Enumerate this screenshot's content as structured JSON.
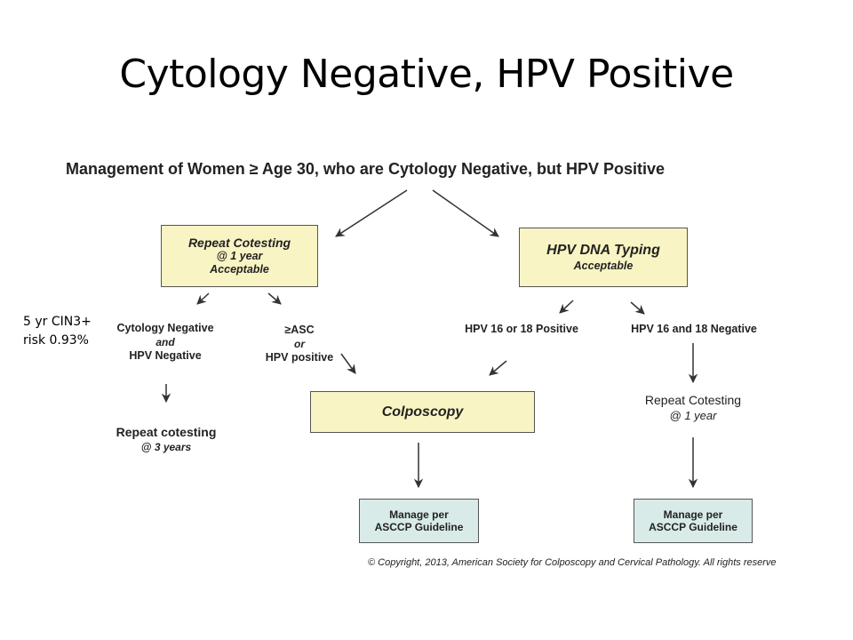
{
  "title": "Cytology Negative, HPV Positive",
  "heading": "Management of Women ≥ Age 30, who are Cytology Negative, but HPV Positive",
  "boxes": {
    "repeat_cotesting": {
      "title": "Repeat Cotesting",
      "line2": "@ 1 year",
      "line3": "Acceptable"
    },
    "hpv_dna": {
      "title": "HPV DNA Typing",
      "line2": "Acceptable"
    },
    "colposcopy": {
      "title": "Colposcopy"
    },
    "manage_left": {
      "line1": "Manage per",
      "line2": "ASCCP Guideline"
    },
    "manage_right": {
      "line1": "Manage per",
      "line2": "ASCCP Guideline"
    }
  },
  "labels": {
    "cyto_neg": {
      "line1": "Cytology Negative",
      "line2": "and",
      "line3": "HPV Negative"
    },
    "asc": {
      "line1": "≥ASC",
      "line2": "or",
      "line3": "HPV positive"
    },
    "hpv_pos": "HPV 16 or 18 Positive",
    "hpv_neg": "HPV 16 and 18 Negative",
    "repeat_3": {
      "line1": "Repeat cotesting",
      "line2": "@ 3 years"
    },
    "repeat_1": {
      "line1": "Repeat Cotesting",
      "line2": "@ 1 year"
    }
  },
  "side_note": {
    "line1": "5 yr CIN3+",
    "line2": "risk 0.93%"
  },
  "copyright": "© Copyright, 2013, American Society for Colposcopy and Cervical Pathology. All rights reserve",
  "colors": {
    "yellow_box": "#f9f4c4",
    "teal_box": "#d9ebe9",
    "arrow": "#333333"
  }
}
